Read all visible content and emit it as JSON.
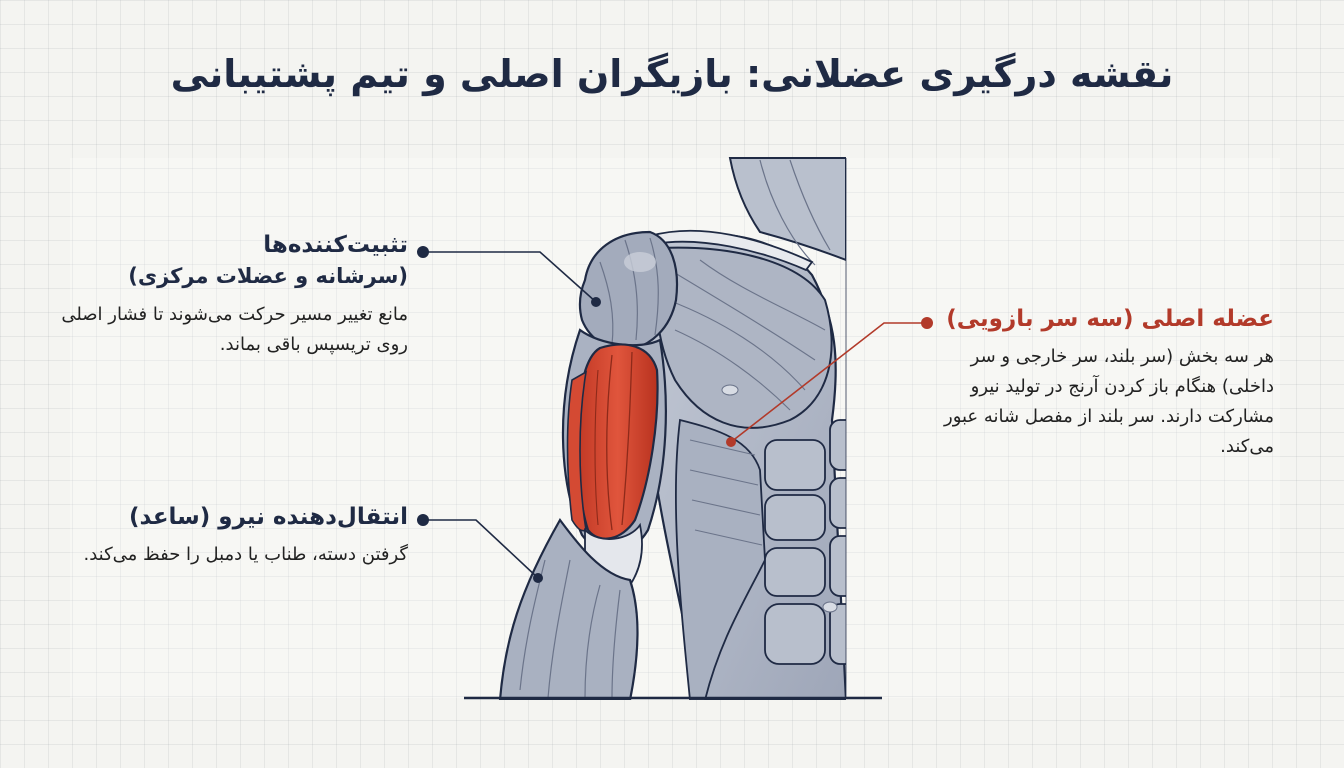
{
  "title": "نقشه درگیری عضلانی: بازیگران اصلی و تیم پشتیبانی",
  "callouts": {
    "stabilizers": {
      "heading": "تثبیت‌کننده‌ها",
      "subheading": "(سرشانه و عضلات مرکزی)",
      "body": "مانع تغییر مسیر حرکت می‌شوند تا فشار اصلی روی تریسپس باقی بماند."
    },
    "prime_mover": {
      "heading": "عضله اصلی (سه سر بازویی)",
      "body": "هر سه بخش (سر بلند، سر خارجی و سر داخلی) هنگام باز کردن آرنج در تولید نیرو مشارکت دارند. سر بلند از مفصل شانه عبور می‌کند."
    },
    "force_transfer": {
      "heading": "انتقال‌دهنده نیرو (ساعد)",
      "body": "گرفتن دسته، طناب یا دمبل را حفظ می‌کند."
    }
  },
  "colors": {
    "navy": "#1f2a44",
    "accent_red": "#b23a2a",
    "muscle_gray": "#b5bccb",
    "muscle_dark": "#8b93a6",
    "triceps_red": "#d9452f"
  },
  "icons": {
    "leader_dot": "filled-circle"
  }
}
